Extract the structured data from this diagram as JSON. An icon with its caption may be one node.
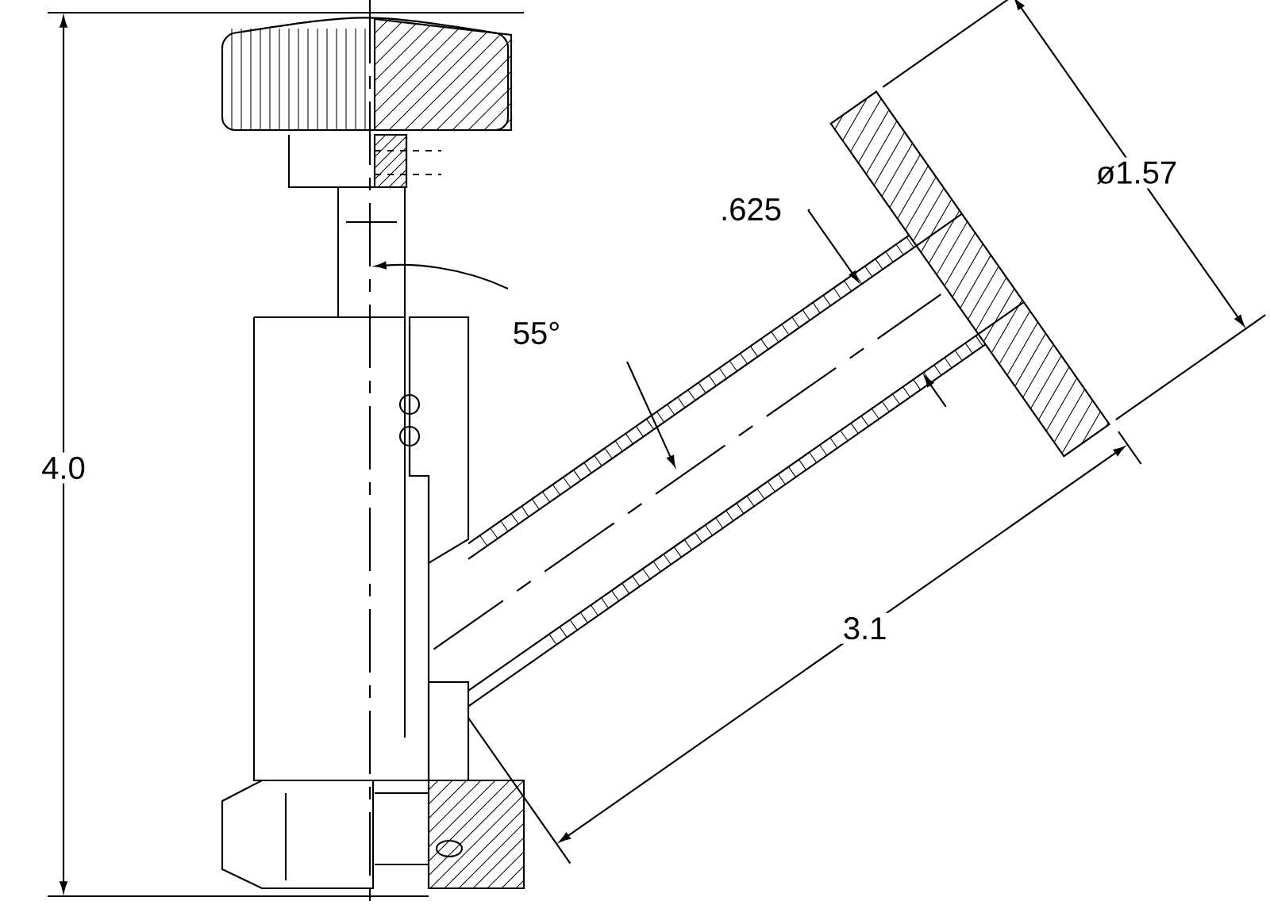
{
  "diagram": {
    "labels": [
      "4.0",
      ".625",
      "ø1.57",
      "55°",
      "3.1"
    ]
  }
}
